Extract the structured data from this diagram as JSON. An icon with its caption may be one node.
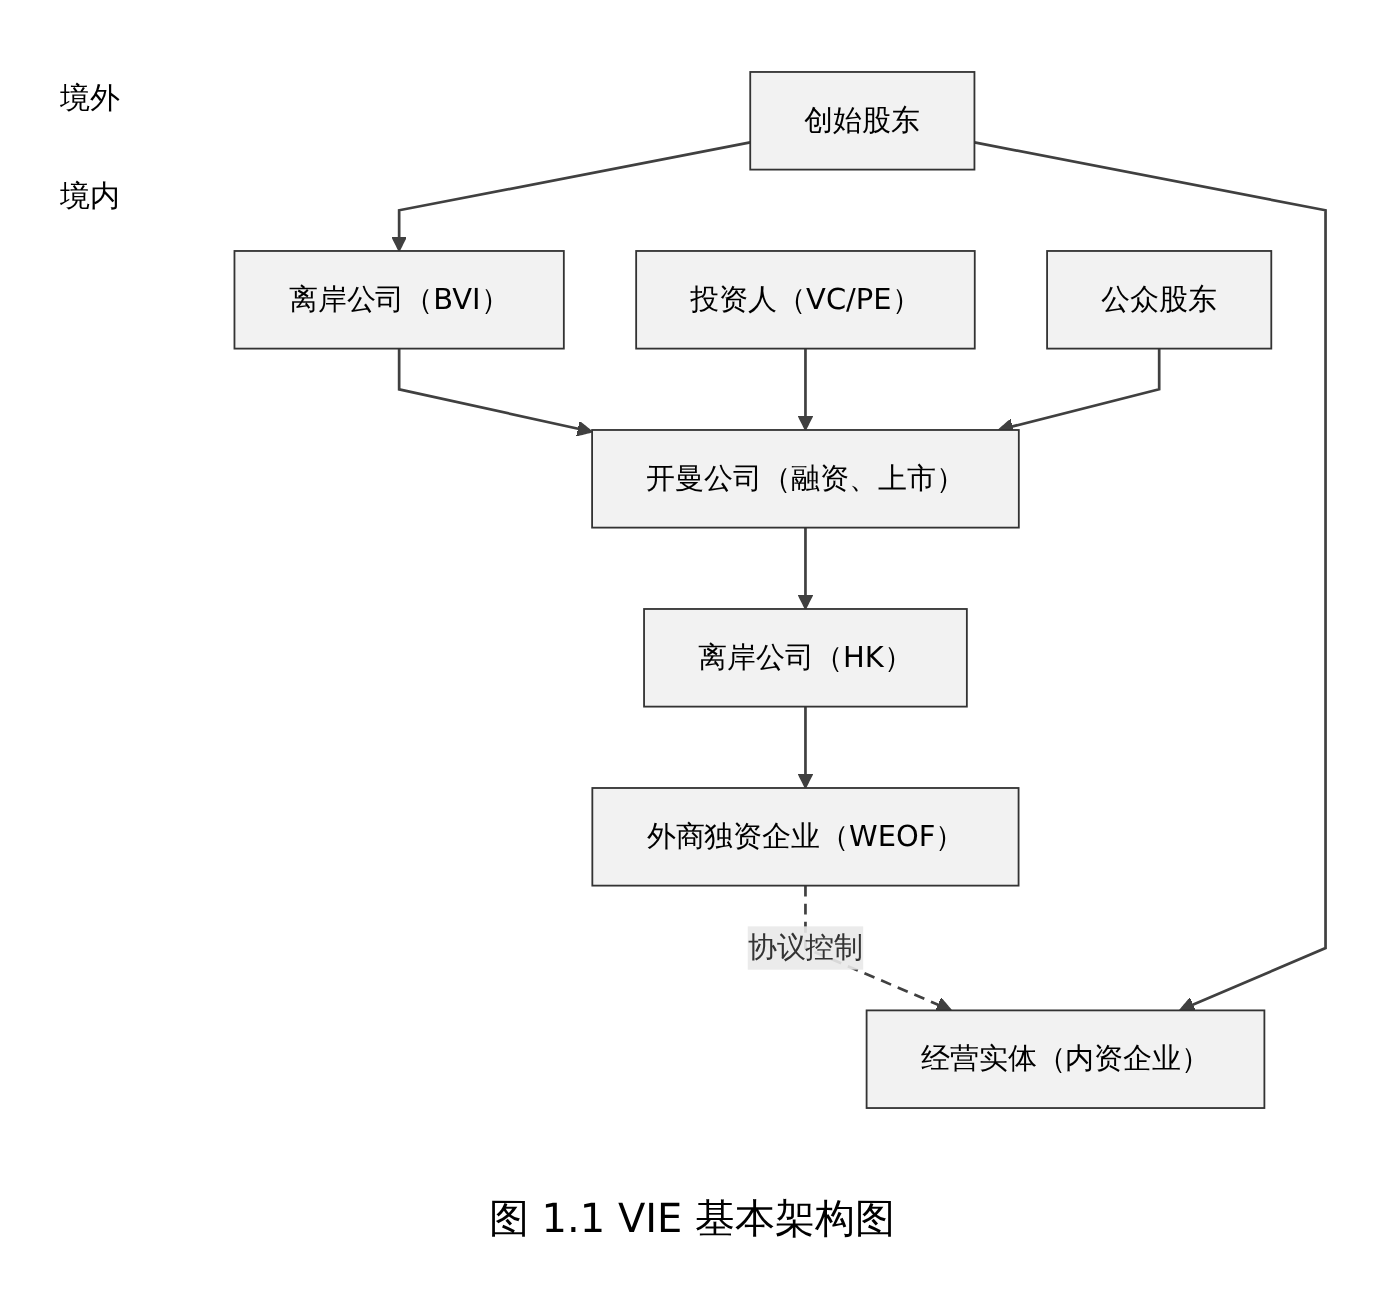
{
  "diagram": {
    "caption": "图 1.1 VIE 基本架构图",
    "nodes": [
      {
        "text": [
          "离岸公司（BVI）"
        ]
      },
      {
        "text": [
          "投资人（VC/PE）"
        ]
      },
      {
        "text": [
          "公众股东"
        ]
      },
      {
        "text": [
          "开曼公司（融资、上市）"
        ]
      },
      {
        "text": [
          "离岸公司（HK）"
        ]
      },
      {
        "text": [
          "外商独资企业（WEOF）"
        ]
      },
      {
        "text": [
          "创始股东"
        ]
      },
      {
        "text": [
          "经营实体（内资企业）"
        ]
      }
    ],
    "edges": [
      {
        "from": 0,
        "to": 3,
        "arrow": "to"
      },
      {
        "from": 1,
        "to": 3,
        "arrow": "to"
      },
      {
        "from": 2,
        "to": 3,
        "arrow": "to"
      },
      {
        "from": 3,
        "to": 4,
        "arrow": "to"
      },
      {
        "from": 4,
        "to": 5,
        "arrow": "to"
      },
      {
        "from": 5,
        "to": 7,
        "arrow": "to",
        "label": "协议控制",
        "style": "dashed"
      },
      {
        "from": 6,
        "to": 0,
        "arrow": "to"
      },
      {
        "from": 6,
        "to": 7,
        "arrow": "to"
      }
    ],
    "labels": [
      "境外",
      "境内"
    ]
  }
}
